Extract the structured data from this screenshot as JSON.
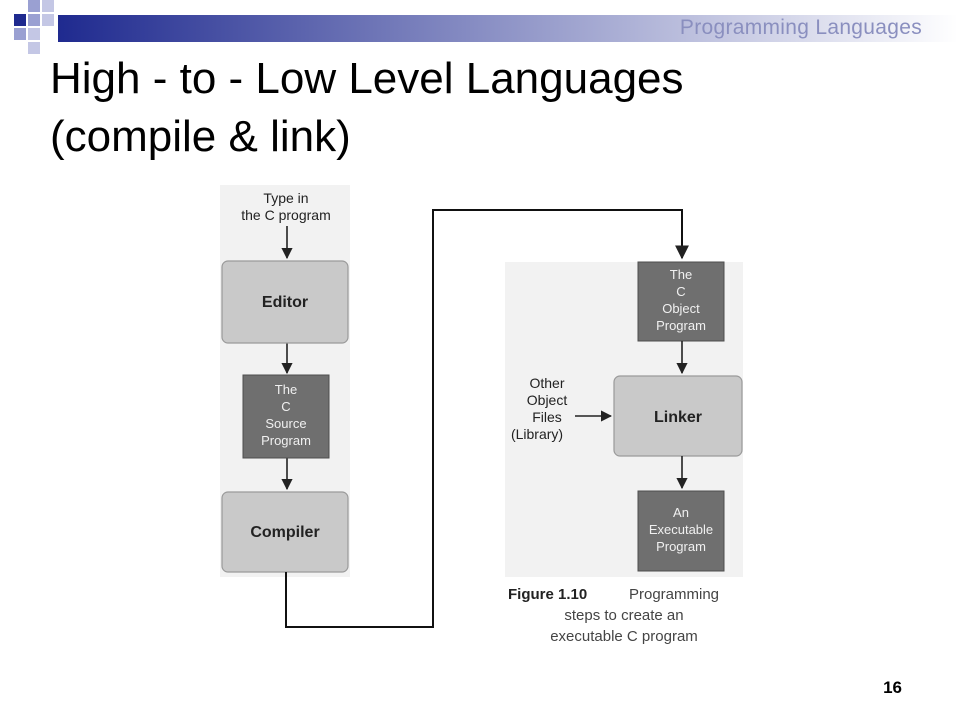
{
  "header": {
    "label": "Programming Languages"
  },
  "title": {
    "line1": "High - to - Low Level Languages",
    "line2": "(compile & link)"
  },
  "diagram": {
    "input_line1": "Type in",
    "input_line2": "the C program",
    "editor": "Editor",
    "source_line1": "The",
    "source_line2": "C",
    "source_line3": "Source",
    "source_line4": "Program",
    "compiler": "Compiler",
    "object_line1": "The",
    "object_line2": "C",
    "object_line3": "Object",
    "object_line4": "Program",
    "other_line1": "Other",
    "other_line2": "Object",
    "other_line3": "Files",
    "other_line4": "(Library)",
    "linker": "Linker",
    "exec_line1": "An",
    "exec_line2": "Executable",
    "exec_line3": "Program",
    "caption_label": "Figure 1.10",
    "caption_line1": "Programming",
    "caption_line2": "steps to create an",
    "caption_line3": "executable C program"
  },
  "footer": {
    "page_number": "16"
  },
  "colors": {
    "deco_dark": "#1f2a8f",
    "deco_light": "#9aa0d2",
    "process_box": "#c9c9c9",
    "data_box": "#6f6f6f"
  }
}
